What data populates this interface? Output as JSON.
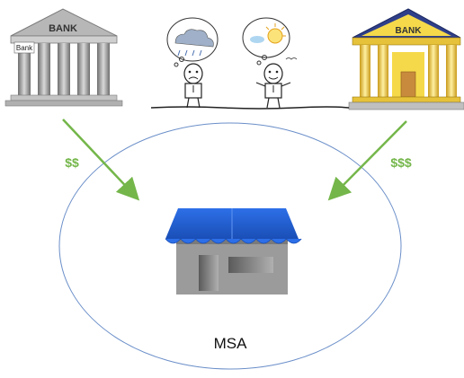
{
  "left_bank": {
    "sign": "BANK",
    "plaque": "Bank",
    "colors": {
      "pillar": "#8e8e8e",
      "roof": "#b7b7b7"
    }
  },
  "right_bank": {
    "sign": "BANK",
    "colors": {
      "roof": "#2f3f8a",
      "body": "#f5d94a",
      "door": "#c88a3c"
    }
  },
  "people": {
    "left_mood": "rain-cloud",
    "right_mood": "sun"
  },
  "arrows": {
    "left_label": "$$",
    "right_label": "$$$",
    "color": "#74b64a"
  },
  "region": {
    "label": "MSA",
    "outline_color": "#6b8fc9"
  },
  "store": {
    "awning_color": "#1f5fd6",
    "wall_color": "#9b9b9b"
  }
}
